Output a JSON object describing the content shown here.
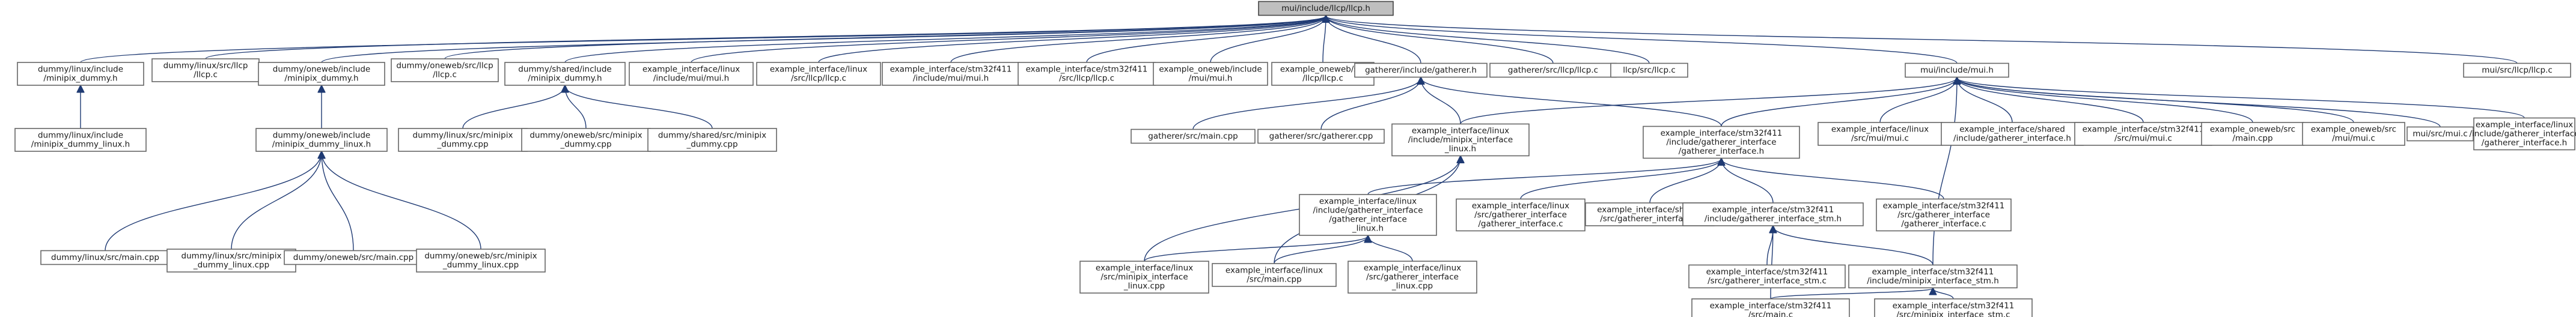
{
  "graph": {
    "nodes": [
      {
        "id": "root",
        "label": [
          "mui/include/llcp/llcp.h"
        ],
        "root": true
      },
      {
        "id": "dl_dummy_h",
        "label": [
          "dummy/linux/include",
          "/minipix_dummy.h"
        ]
      },
      {
        "id": "dl_llcp_c",
        "label": [
          "dummy/linux/src/llcp",
          "/llcp.c"
        ]
      },
      {
        "id": "dow_dummy_h",
        "label": [
          "dummy/oneweb/include",
          "/minipix_dummy.h"
        ]
      },
      {
        "id": "dow_llcp_c",
        "label": [
          "dummy/oneweb/src/llcp",
          "/llcp.c"
        ]
      },
      {
        "id": "ds_dummy_h",
        "label": [
          "dummy/shared/include",
          "/minipix_dummy.h"
        ]
      },
      {
        "id": "eil_mui_h",
        "label": [
          "example_interface/linux",
          "/include/mui/mui.h"
        ]
      },
      {
        "id": "eil_llcp_c",
        "label": [
          "example_interface/linux",
          "/src/llcp/llcp.c"
        ]
      },
      {
        "id": "eis_mui_h",
        "label": [
          "example_interface/stm32f411",
          "/include/mui/mui.h"
        ]
      },
      {
        "id": "eis_llcp_c",
        "label": [
          "example_interface/stm32f411",
          "/src/llcp/llcp.c"
        ]
      },
      {
        "id": "eow_mui_h",
        "label": [
          "example_oneweb/include",
          "/mui/mui.h"
        ]
      },
      {
        "id": "eow_llcp_c",
        "label": [
          "example_oneweb/src",
          "/llcp/llcp.c"
        ]
      },
      {
        "id": "gath_h",
        "label": [
          "gatherer/include/gatherer.h"
        ]
      },
      {
        "id": "gath_llcp_c",
        "label": [
          "gatherer/src/llcp/llcp.c"
        ]
      },
      {
        "id": "llcp_c",
        "label": [
          "llcp/src/llcp.c"
        ]
      },
      {
        "id": "mui_h",
        "label": [
          "mui/include/mui.h"
        ]
      },
      {
        "id": "mui_llcp_c",
        "label": [
          "mui/src/llcp/llcp.c"
        ]
      },
      {
        "id": "dl_dummy_linux_h",
        "label": [
          "dummy/linux/include",
          "/minipix_dummy_linux.h"
        ]
      },
      {
        "id": "dow_dummy_linux_h",
        "label": [
          "dummy/oneweb/include",
          "/minipix_dummy_linux.h"
        ]
      },
      {
        "id": "dl_minipix_cpp",
        "label": [
          "dummy/linux/src/minipix",
          "_dummy.cpp"
        ]
      },
      {
        "id": "dow_minipix_cpp",
        "label": [
          "dummy/oneweb/src/minipix",
          "_dummy.cpp"
        ]
      },
      {
        "id": "ds_minipix_cpp",
        "label": [
          "dummy/shared/src/minipix",
          "_dummy.cpp"
        ]
      },
      {
        "id": "dl_main",
        "label": [
          "dummy/linux/src/main.cpp"
        ]
      },
      {
        "id": "dl_minipix_linux_cpp",
        "label": [
          "dummy/linux/src/minipix",
          "_dummy_linux.cpp"
        ]
      },
      {
        "id": "dow_main",
        "label": [
          "dummy/oneweb/src/main.cpp"
        ]
      },
      {
        "id": "dow_minipix_linux_cpp",
        "label": [
          "dummy/oneweb/src/minipix",
          "_dummy_linux.cpp"
        ]
      },
      {
        "id": "gath_main",
        "label": [
          "gatherer/src/main.cpp"
        ]
      },
      {
        "id": "gath_cpp",
        "label": [
          "gatherer/src/gatherer.cpp"
        ]
      },
      {
        "id": "eil_minipix_h",
        "label": [
          "example_interface/linux",
          "/include/minipix_interface",
          "_linux.h"
        ]
      },
      {
        "id": "eis_gath_h",
        "label": [
          "example_interface/stm32f411",
          "/include/gatherer_interface",
          "/gatherer_interface.h"
        ]
      },
      {
        "id": "eil_mui_c",
        "label": [
          "example_interface/linux",
          "/src/mui/mui.c"
        ]
      },
      {
        "id": "eish_gath_h",
        "label": [
          "example_interface/shared",
          "/include/gatherer_interface.h"
        ]
      },
      {
        "id": "eis_mui_c",
        "label": [
          "example_interface/stm32f411",
          "/src/mui/mui.c"
        ]
      },
      {
        "id": "eow_main",
        "label": [
          "example_oneweb/src",
          "/main.cpp"
        ]
      },
      {
        "id": "eow_mui_c",
        "label": [
          "example_oneweb/src",
          "/mui/mui.c"
        ]
      },
      {
        "id": "mui_c",
        "label": [
          "mui/src/mui.c"
        ]
      },
      {
        "id": "eil_gath_iface_h",
        "label": [
          "example_interface/linux",
          "/include/gatherer_interface",
          "/gatherer_interface.h"
        ]
      },
      {
        "id": "eil_gath_linux_h",
        "label": [
          "example_interface/linux",
          "/include/gatherer_interface",
          "/gatherer_interface",
          "_linux.h"
        ]
      },
      {
        "id": "eil_gath_c",
        "label": [
          "example_interface/linux",
          "/src/gatherer_interface",
          "/gatherer_interface.c"
        ]
      },
      {
        "id": "eish_gath_c",
        "label": [
          "example_interface/shared",
          "/src/gatherer_interface.c"
        ]
      },
      {
        "id": "eis_gath_stm_h",
        "label": [
          "example_interface/stm32f411",
          "/include/gatherer_interface_stm.h"
        ]
      },
      {
        "id": "eis_gath_c",
        "label": [
          "example_interface/stm32f411",
          "/src/gatherer_interface",
          "/gatherer_interface.c"
        ]
      },
      {
        "id": "eil_minipix_cpp",
        "label": [
          "example_interface/linux",
          "/src/minipix_interface",
          "_linux.cpp"
        ]
      },
      {
        "id": "eil_main",
        "label": [
          "example_interface/linux",
          "/src/main.cpp"
        ]
      },
      {
        "id": "eil_gath_linux_cpp",
        "label": [
          "example_interface/linux",
          "/src/gatherer_interface",
          "_linux.cpp"
        ]
      },
      {
        "id": "eis_gath_stm_c",
        "label": [
          "example_interface/stm32f411",
          "/src/gatherer_interface_stm.c"
        ]
      },
      {
        "id": "eis_minipix_stm_h",
        "label": [
          "example_interface/stm32f411",
          "/include/minipix_interface_stm.h"
        ]
      },
      {
        "id": "eis_main",
        "label": [
          "example_interface/stm32f411",
          "/src/main.c"
        ]
      },
      {
        "id": "eis_minipix_stm_c",
        "label": [
          "example_interface/stm32f411",
          "/src/minipix_interface_stm.c"
        ]
      }
    ],
    "edges": [
      [
        "dl_dummy_h",
        "root"
      ],
      [
        "dl_llcp_c",
        "root"
      ],
      [
        "dow_dummy_h",
        "root"
      ],
      [
        "dow_llcp_c",
        "root"
      ],
      [
        "ds_dummy_h",
        "root"
      ],
      [
        "eil_mui_h",
        "root"
      ],
      [
        "eil_llcp_c",
        "root"
      ],
      [
        "eis_mui_h",
        "root"
      ],
      [
        "eis_llcp_c",
        "root"
      ],
      [
        "eow_mui_h",
        "root"
      ],
      [
        "eow_llcp_c",
        "root"
      ],
      [
        "gath_h",
        "root"
      ],
      [
        "gath_llcp_c",
        "root"
      ],
      [
        "llcp_c",
        "root"
      ],
      [
        "mui_h",
        "root"
      ],
      [
        "mui_llcp_c",
        "root"
      ],
      [
        "dl_dummy_linux_h",
        "dl_dummy_h"
      ],
      [
        "dow_dummy_linux_h",
        "dow_dummy_h"
      ],
      [
        "dl_minipix_cpp",
        "ds_dummy_h"
      ],
      [
        "dow_minipix_cpp",
        "ds_dummy_h"
      ],
      [
        "ds_minipix_cpp",
        "ds_dummy_h"
      ],
      [
        "dl_main",
        "dow_dummy_linux_h"
      ],
      [
        "dl_minipix_linux_cpp",
        "dow_dummy_linux_h"
      ],
      [
        "dow_main",
        "dow_dummy_linux_h"
      ],
      [
        "dow_minipix_linux_cpp",
        "dow_dummy_linux_h"
      ],
      [
        "gath_main",
        "gath_h"
      ],
      [
        "gath_cpp",
        "gath_h"
      ],
      [
        "eil_minipix_h",
        "gath_h"
      ],
      [
        "eis_gath_h",
        "gath_h"
      ],
      [
        "eil_minipix_h",
        "mui_h"
      ],
      [
        "eis_gath_h",
        "mui_h"
      ],
      [
        "eil_mui_c",
        "mui_h"
      ],
      [
        "eish_gath_h",
        "mui_h"
      ],
      [
        "eis_mui_c",
        "mui_h"
      ],
      [
        "eow_main",
        "mui_h"
      ],
      [
        "eow_mui_c",
        "mui_h"
      ],
      [
        "mui_c",
        "mui_h"
      ],
      [
        "eil_gath_iface_h",
        "mui_h"
      ],
      [
        "eis_minipix_stm_h",
        "mui_h"
      ],
      [
        "eil_gath_linux_h",
        "eis_gath_h"
      ],
      [
        "eil_gath_c",
        "eis_gath_h"
      ],
      [
        "eish_gath_c",
        "eis_gath_h"
      ],
      [
        "eis_gath_stm_h",
        "eis_gath_h"
      ],
      [
        "eis_gath_c",
        "eis_gath_h"
      ],
      [
        "eil_minipix_cpp",
        "eil_minipix_h"
      ],
      [
        "eil_main",
        "eil_minipix_h"
      ],
      [
        "eil_minipix_cpp",
        "eil_gath_linux_h"
      ],
      [
        "eil_main",
        "eil_gath_linux_h"
      ],
      [
        "eil_gath_linux_cpp",
        "eil_gath_linux_h"
      ],
      [
        "eis_gath_stm_c",
        "eis_gath_stm_h"
      ],
      [
        "eis_minipix_stm_h",
        "eis_gath_stm_h"
      ],
      [
        "eis_main",
        "eis_gath_stm_h"
      ],
      [
        "eis_main",
        "eis_minipix_stm_h"
      ],
      [
        "eis_minipix_stm_c",
        "eis_minipix_stm_h"
      ]
    ]
  }
}
